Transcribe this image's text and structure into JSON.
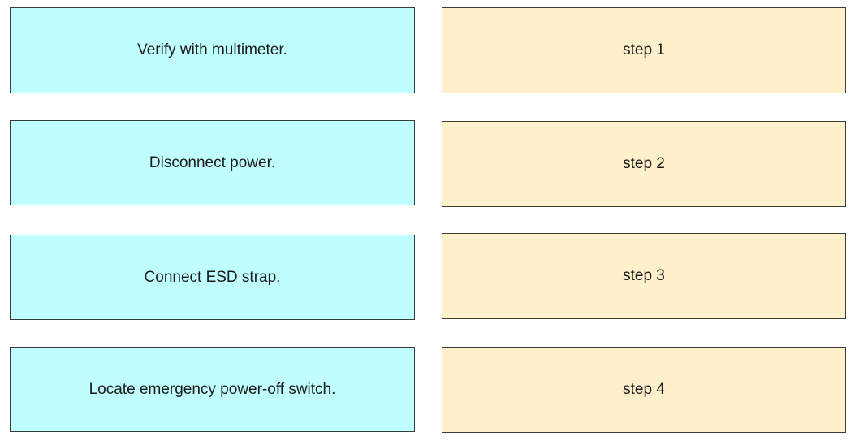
{
  "colors": {
    "item_background": "#c0ffff",
    "target_background": "#fff0cc",
    "border": "#3a3a3a"
  },
  "items": [
    {
      "label": "Verify with multimeter."
    },
    {
      "label": "Disconnect power."
    },
    {
      "label": "Connect ESD strap."
    },
    {
      "label": "Locate emergency power-off switch."
    }
  ],
  "targets": [
    {
      "label": "step 1"
    },
    {
      "label": "step 2"
    },
    {
      "label": "step 3"
    },
    {
      "label": "step 4"
    }
  ]
}
